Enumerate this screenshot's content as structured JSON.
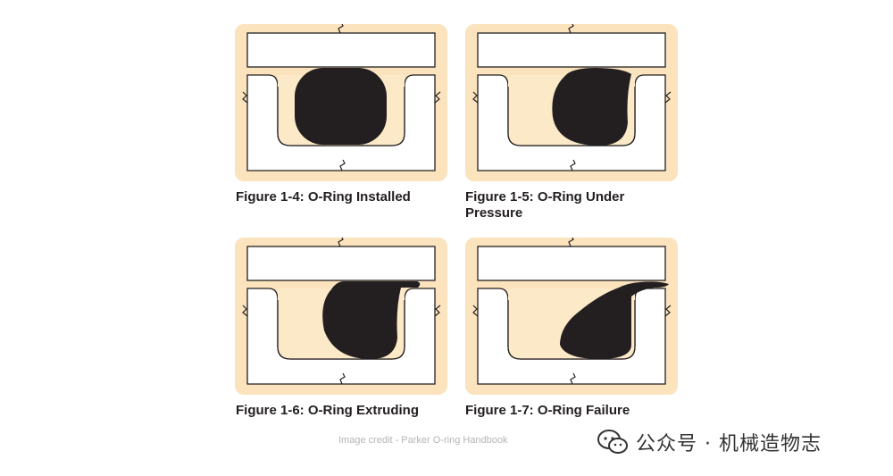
{
  "colors": {
    "frame": "#fbe3bd",
    "groove_fill": "#fce9c8",
    "line": "#231f20",
    "seal": "#231f20"
  },
  "figures": [
    {
      "id": "fig-1-4",
      "caption": "Figure 1-4: O-Ring Installed",
      "state": "installed"
    },
    {
      "id": "fig-1-5",
      "caption": "Figure 1-5: O-Ring Under Pressure",
      "state": "under-pressure"
    },
    {
      "id": "fig-1-6",
      "caption": "Figure 1-6: O-Ring Extruding",
      "state": "extruding"
    },
    {
      "id": "fig-1-7",
      "caption": "Figure 1-7: O-Ring Failure",
      "state": "failure"
    }
  ],
  "credit": "Image credit - Parker O-ring Handbook",
  "watermark": {
    "icon": "wechat-icon",
    "text": "公众号 · 机械造物志"
  }
}
